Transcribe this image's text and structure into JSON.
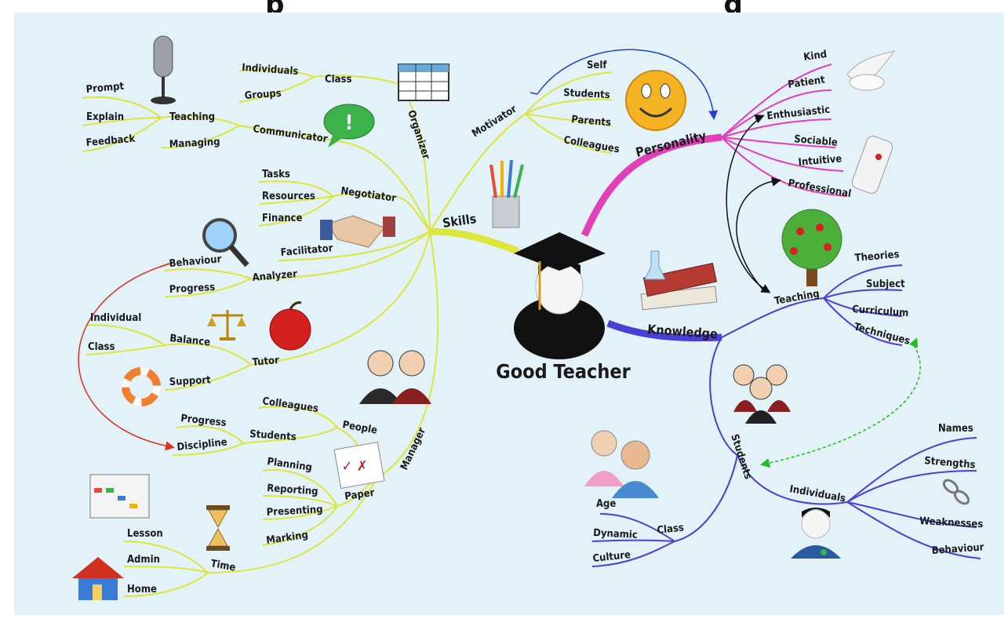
{
  "header": {
    "title_fragment": "p",
    "title_fragment_right": "g"
  },
  "center": {
    "label": "Good Teacher"
  },
  "colors": {
    "skills": "#dde63a",
    "personality": "#e23fb8",
    "knowledge": "#4a3fd6",
    "background": "#e3f1f9"
  },
  "skills": {
    "label": "Skills",
    "organizer": {
      "label": "Organizer",
      "class": {
        "label": "Class",
        "items": [
          "Individuals",
          "Groups"
        ]
      }
    },
    "communicator": {
      "label": "Communicator",
      "teaching": {
        "label": "Teaching",
        "items": [
          "Prompt",
          "Explain",
          "Feedback"
        ]
      },
      "managing": {
        "label": "Managing"
      }
    },
    "negotiator": {
      "label": "Negotiator",
      "items": [
        "Tasks",
        "Resources",
        "Finance"
      ]
    },
    "facilitator": {
      "label": "Facilitator"
    },
    "analyzer": {
      "label": "Analyzer",
      "items": [
        "Behaviour",
        "Progress"
      ]
    },
    "tutor": {
      "label": "Tutor",
      "balance": {
        "label": "Balance",
        "items": [
          "Individual",
          "Class"
        ]
      },
      "support": {
        "label": "Support"
      }
    },
    "manager": {
      "label": "Manager",
      "people": {
        "label": "People",
        "colleagues": "Colleagues",
        "students": {
          "label": "Students",
          "items": [
            "Progress",
            "Discipline"
          ]
        }
      },
      "paper": {
        "label": "Paper",
        "items": [
          "Planning",
          "Reporting",
          "Presenting",
          "Marking"
        ]
      },
      "time": {
        "label": "Time",
        "items": [
          "Lesson",
          "Admin",
          "Home"
        ]
      }
    },
    "motivator": {
      "label": "Motivator",
      "items": [
        "Self",
        "Students",
        "Parents",
        "Colleagues"
      ]
    }
  },
  "personality": {
    "label": "Personality",
    "items": [
      "Kind",
      "Patient",
      "Enthusiastic",
      "Sociable",
      "Intuitive",
      "Professional"
    ]
  },
  "knowledge": {
    "label": "Knowledge",
    "teaching": {
      "label": "Teaching",
      "items": [
        "Theories",
        "Subject",
        "Curriculum",
        "Techniques"
      ]
    },
    "students": {
      "label": "Students",
      "class": {
        "label": "Class",
        "items": [
          "Age",
          "Dynamic",
          "Culture"
        ]
      },
      "individuals": {
        "label": "Individuals",
        "items": [
          "Names",
          "Strengths",
          "Weaknesses",
          "Behaviour"
        ]
      }
    }
  },
  "icons": [
    "microphone-icon",
    "spreadsheet-icon",
    "speech-bubble-icon",
    "pencils-icon",
    "smiley-icon",
    "dove-icon",
    "diploma-scroll-icon",
    "tree-icon",
    "books-icon",
    "handshake-icon",
    "magnifier-icon",
    "scales-icon",
    "apple-icon",
    "lifebuoy-icon",
    "people-icon",
    "checklist-icon",
    "weekly-schedule-icon",
    "hourglass-icon",
    "house-icon",
    "teacher-icon",
    "group-icon",
    "elderly-couple-icon",
    "chain-icon",
    "student-icon"
  ]
}
